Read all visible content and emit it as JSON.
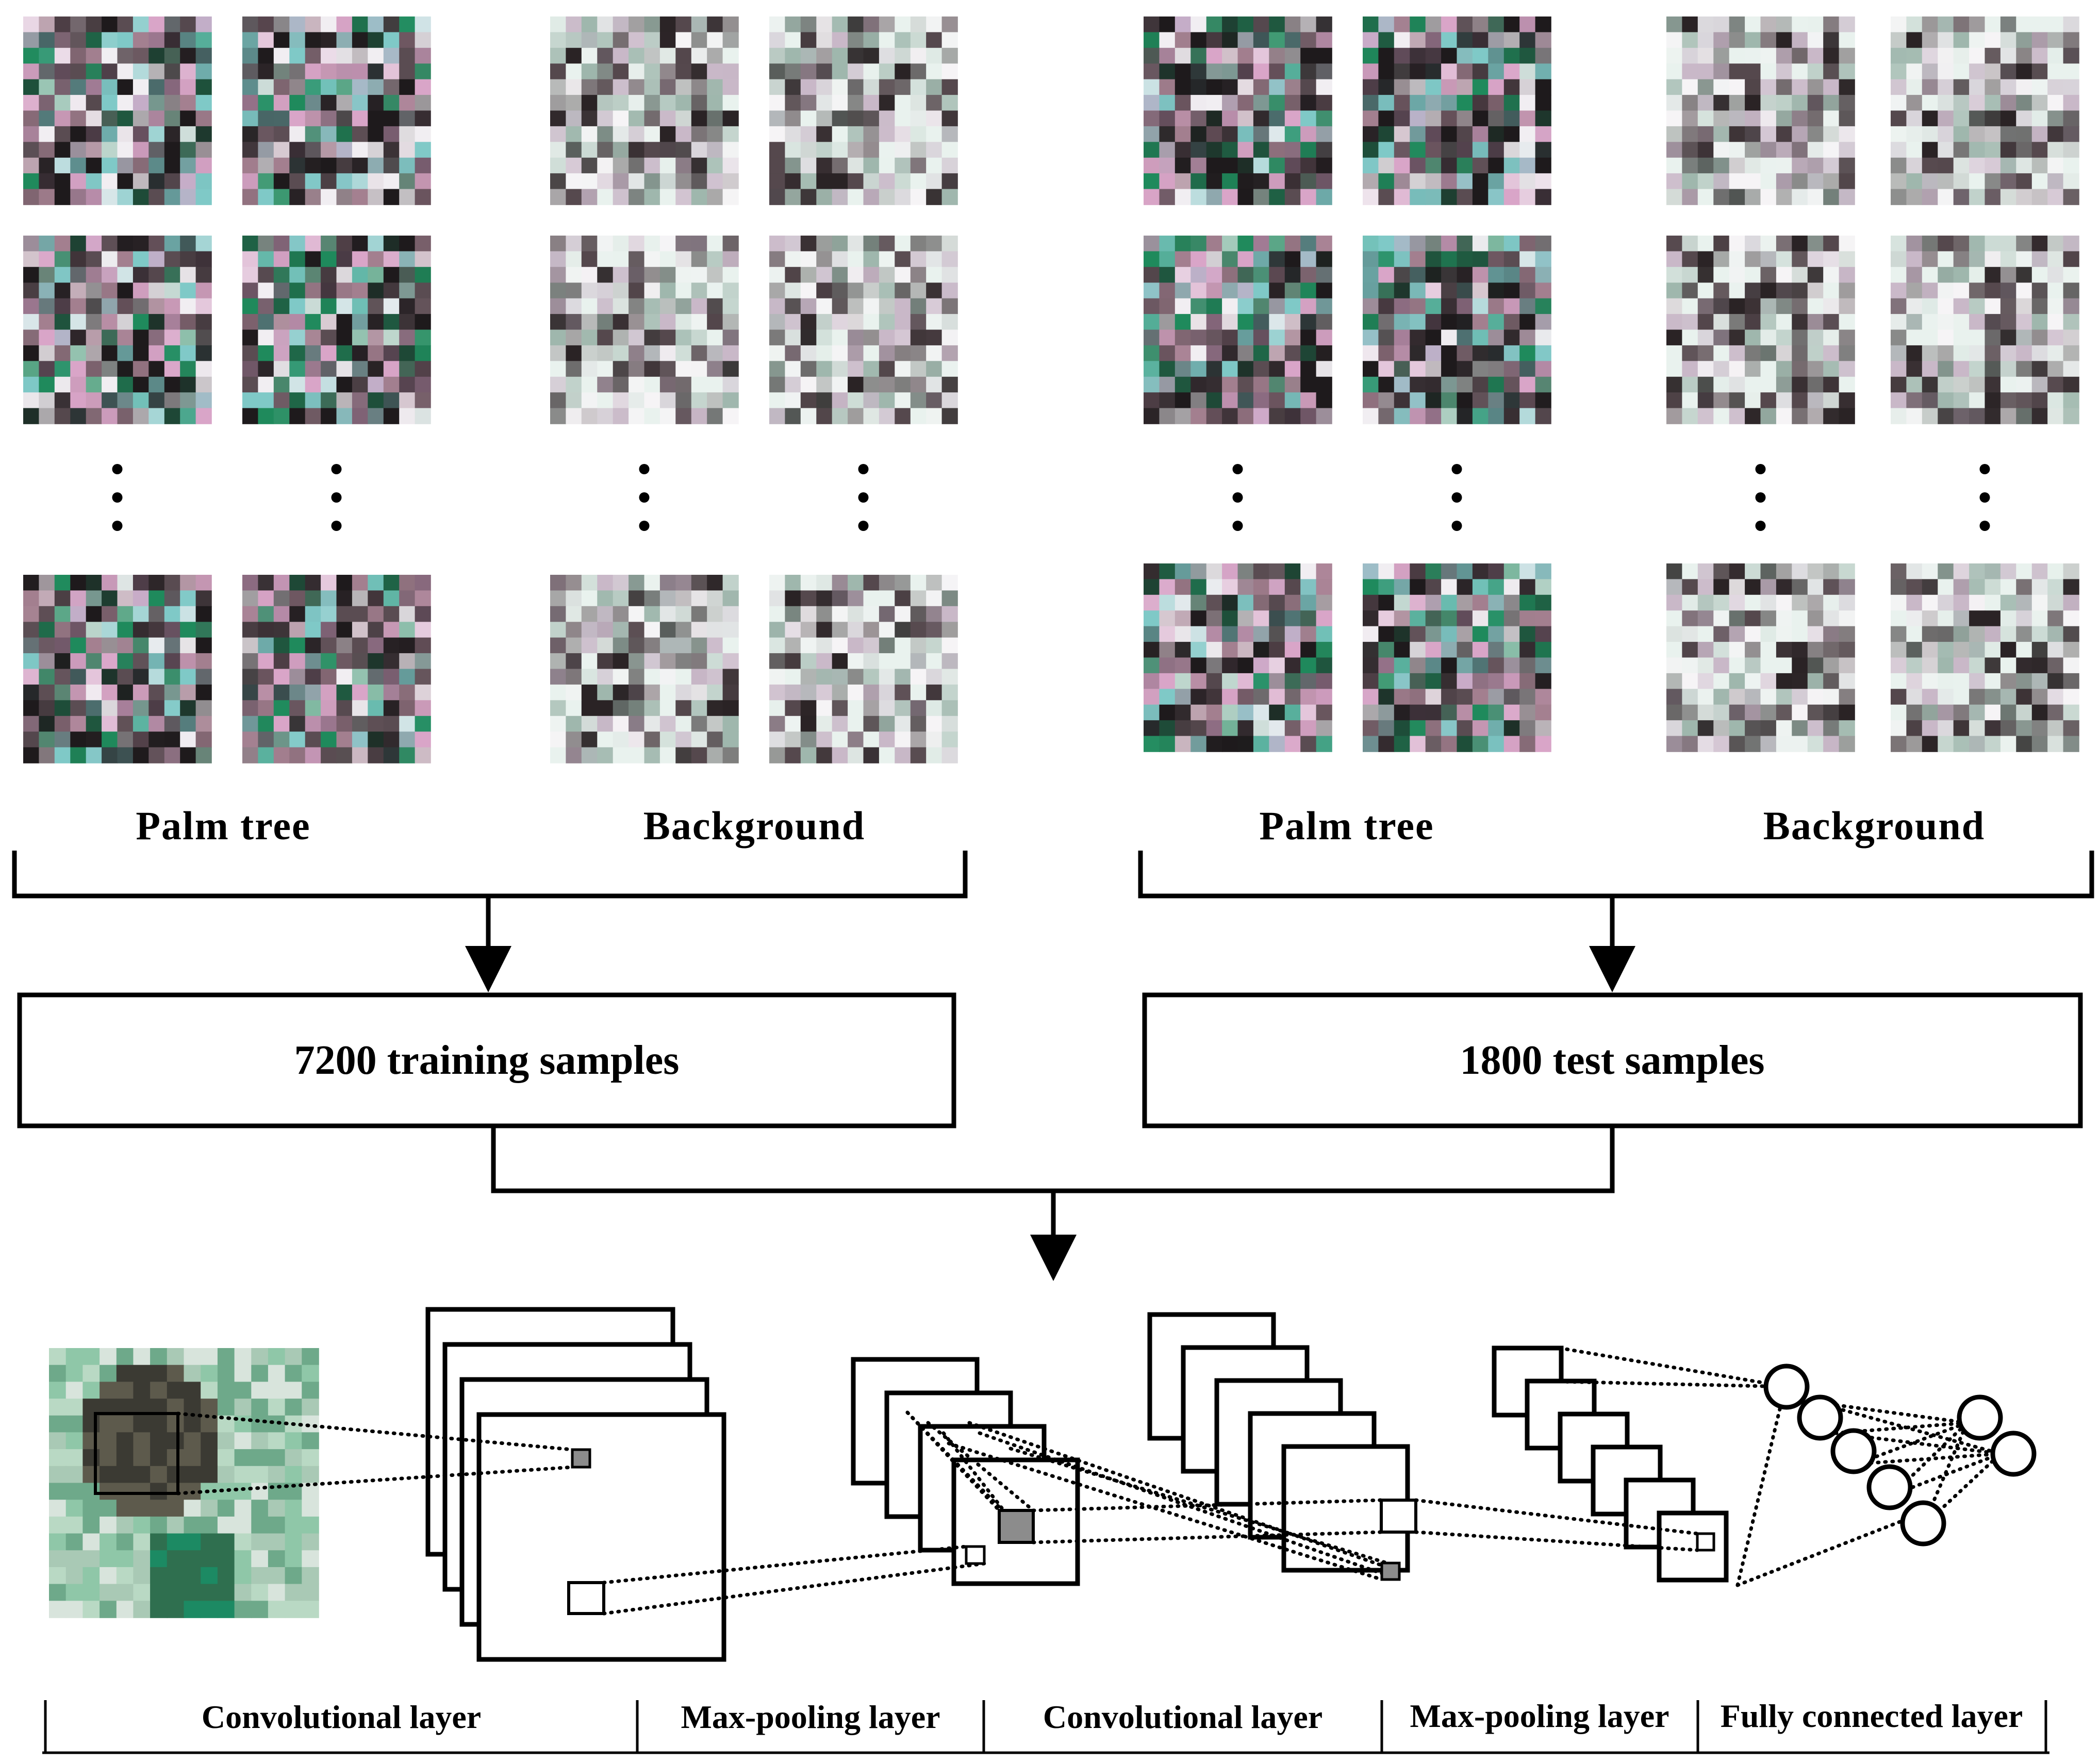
{
  "groups": [
    {
      "id": "train-palm",
      "label": "Palm tree"
    },
    {
      "id": "train-bg",
      "label": "Background"
    },
    {
      "id": "test-palm",
      "label": "Palm tree"
    },
    {
      "id": "test-bg",
      "label": "Background"
    }
  ],
  "sample_sets": {
    "training": "7200 training samples",
    "test": "1800 test samples"
  },
  "layers": [
    "Convolutional layer",
    "Max-pooling layer",
    "Convolutional layer",
    "Max-pooling layer",
    "Fully connected layer"
  ],
  "colors": {
    "palm_dark": "#1e1a1c",
    "palm_pink": "#d9a5c8",
    "palm_teal": "#7fc9c7",
    "palm_green": "#1f8a5c",
    "bg_light": "#e9f2ee",
    "bg_dark": "#2a2325",
    "highlight_square": "#8c8c8c"
  }
}
